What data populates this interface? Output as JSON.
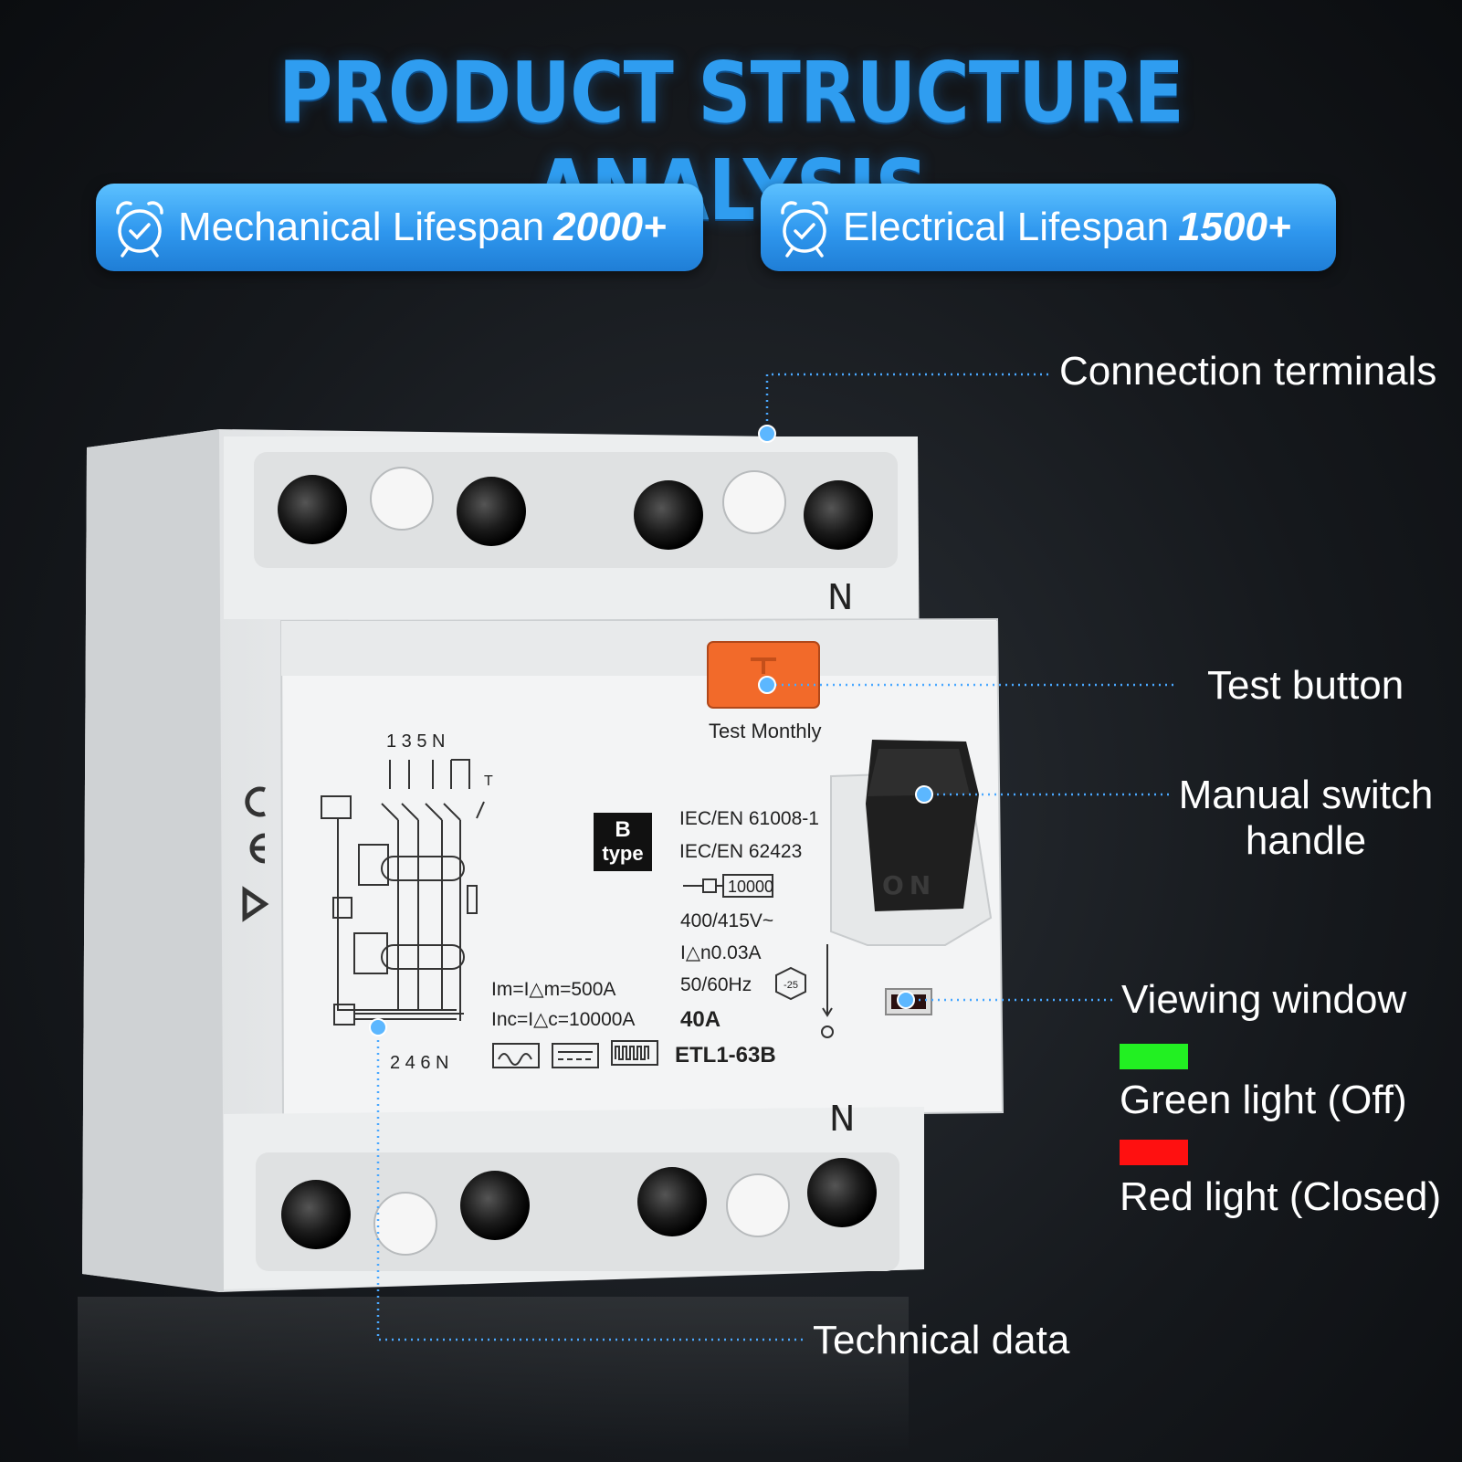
{
  "title": "PRODUCT STRUCTURE ANALYSIS",
  "badges": [
    {
      "label": "Mechanical Lifespan",
      "value": "2000+",
      "icon": "alarm-clock-check-icon"
    },
    {
      "label": "Electrical Lifespan",
      "value": "1500+",
      "icon": "alarm-clock-check-icon"
    }
  ],
  "callouts": {
    "connection_terminals": "Connection terminals",
    "test_button": "Test button",
    "manual_switch_line1": "Manual switch",
    "manual_switch_line2": "handle",
    "viewing_window": "Viewing window",
    "green_light": "Green light (Off)",
    "red_light": "Red light (Closed)",
    "technical_data": "Technical data"
  },
  "colors": {
    "accent": "#2f9df0",
    "green_indicator": "#22f022",
    "red_indicator": "#ff1010",
    "test_button": "#f26a2a"
  },
  "device": {
    "test_label": "Test Monthly",
    "type_badge_line1": "B",
    "type_badge_line2": "type",
    "specs": [
      "IEC/EN 61008-1",
      "IEC/EN 62423",
      "10000",
      "400/415V~",
      "I△n0.03A",
      "50/60Hz",
      "40A"
    ],
    "model": "ETL1-63B",
    "currents": [
      "Im=I△m=500A",
      "Inc=I△c=10000A"
    ],
    "terminals_top": "1 3 5 N",
    "terminals_bottom": "2 4 6 N",
    "switch_label": "ON",
    "neutral_mark": "N",
    "temp_rating": "-25",
    "test_symbol": "T"
  }
}
